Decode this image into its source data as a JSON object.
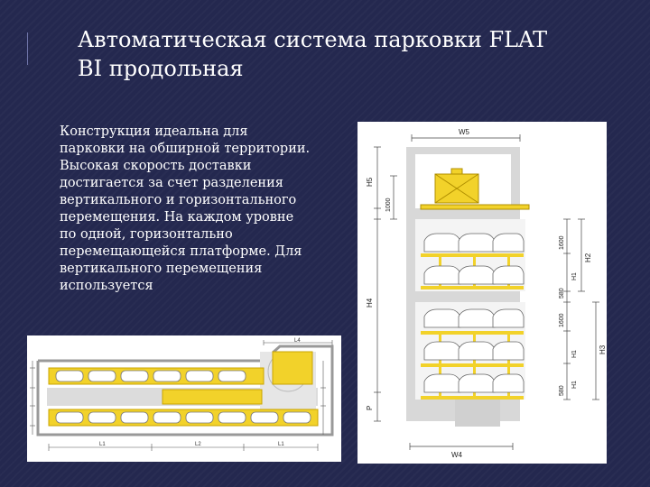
{
  "slide": {
    "title_line1": "Автоматическая система парковки FLAT",
    "title_line2": "BI продольная",
    "body": "Конструкция идеальна для парковки на обширной территории. Высокая скорость доставки достигается за счет разделения вертикального и горизонтального перемещения. На каждом уровне по одной, горизонтально перемещающейся платформе. Для вертикального перемещения используется"
  },
  "section_drawing": {
    "labels": {
      "w5": "W5",
      "w4": "W4",
      "h5": "H5",
      "h4": "H4",
      "p": "P",
      "d1000": "1000",
      "d1600a": "1600",
      "d1600b": "1600",
      "d580a": "580",
      "d580b": "580",
      "h1a": "H1",
      "h1b": "H1",
      "h1c": "H1",
      "h2": "H2",
      "h3": "H3"
    }
  },
  "plan_drawing": {
    "labels": {
      "l4": "L4",
      "l1a": "L1",
      "l2": "L2",
      "l1b": "L1"
    }
  },
  "colors": {
    "background": "#24284f",
    "platform_yellow": "#f2d22a",
    "gray": "#c8c8c8",
    "line": "#555555"
  }
}
